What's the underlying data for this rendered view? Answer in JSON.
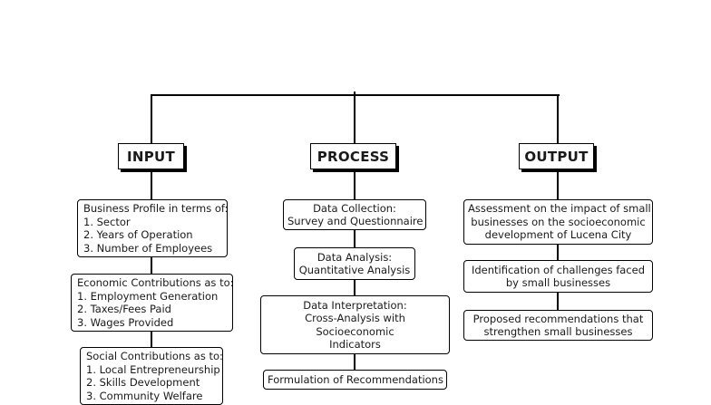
{
  "columns": {
    "input": {
      "header": "INPUT",
      "boxes": [
        {
          "title": "Business Profile in terms of:",
          "items": [
            "1. Sector",
            "2. Years of Operation",
            "3. Number of Employees"
          ]
        },
        {
          "title": "Economic Contributions as to:",
          "items": [
            "1. Employment Generation",
            "2. Taxes/Fees Paid",
            "3. Wages Provided"
          ]
        },
        {
          "title": "Social Contributions as to:",
          "items": [
            "1. Local Entrepreneurship",
            "2. Skills Development",
            "3. Community Welfare"
          ]
        }
      ]
    },
    "process": {
      "header": "PROCESS",
      "boxes": [
        {
          "lines": [
            "Data Collection:",
            "Survey and Questionnaire"
          ]
        },
        {
          "lines": [
            "Data Analysis:",
            "Quantitative Analysis"
          ]
        },
        {
          "lines": [
            "Data Interpretation:",
            "Cross-Analysis with",
            "Socioeconomic",
            "Indicators"
          ]
        },
        {
          "lines": [
            "Formulation of Recommendations"
          ]
        }
      ]
    },
    "output": {
      "header": "OUTPUT",
      "boxes": [
        {
          "lines": [
            "Assessment on the impact of small",
            "businesses on the socioeconomic",
            "development of Lucena City"
          ]
        },
        {
          "lines": [
            "Identification of challenges faced",
            "by small businesses"
          ]
        },
        {
          "lines": [
            "Proposed recommendations that",
            "strengthen small businesses"
          ]
        }
      ]
    }
  }
}
